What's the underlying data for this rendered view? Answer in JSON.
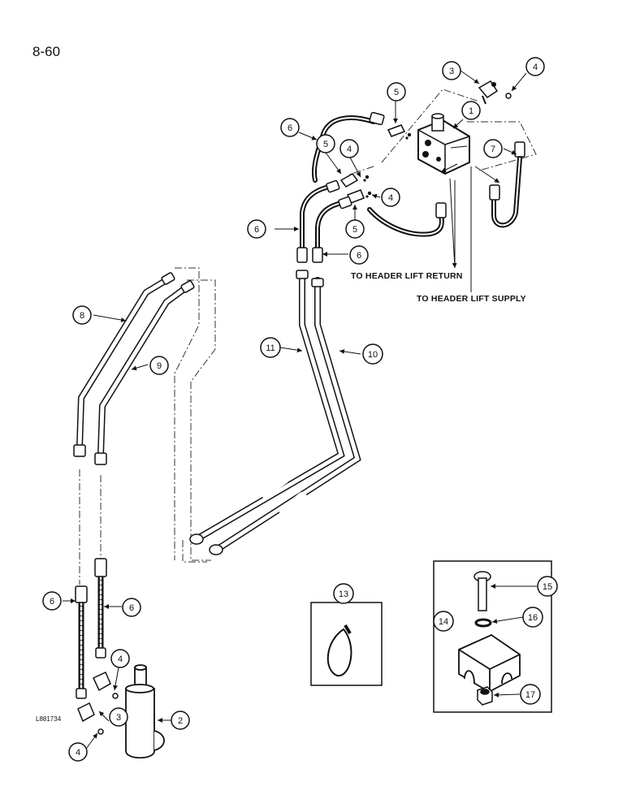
{
  "page_number": "8-60",
  "figure_code": "L881734",
  "notes": {
    "return": "TO HEADER LIFT RETURN",
    "supply": "TO HEADER LIFT SUPPLY"
  },
  "callouts": {
    "c1": "1",
    "c2": "2",
    "c3a": "3",
    "c3b": "3",
    "c4a": "4",
    "c4b": "4",
    "c4c": "4",
    "c4d": "4",
    "c4e": "4",
    "c5a": "5",
    "c5b": "5",
    "c5c": "5",
    "c6a": "6",
    "c6b": "6",
    "c6c": "6",
    "c6d": "6",
    "c6e": "6",
    "c7": "7",
    "c8": "8",
    "c9": "9",
    "c10": "10",
    "c11": "11",
    "c13": "13",
    "c14": "14",
    "c15": "15",
    "c16": "16",
    "c17": "17"
  }
}
